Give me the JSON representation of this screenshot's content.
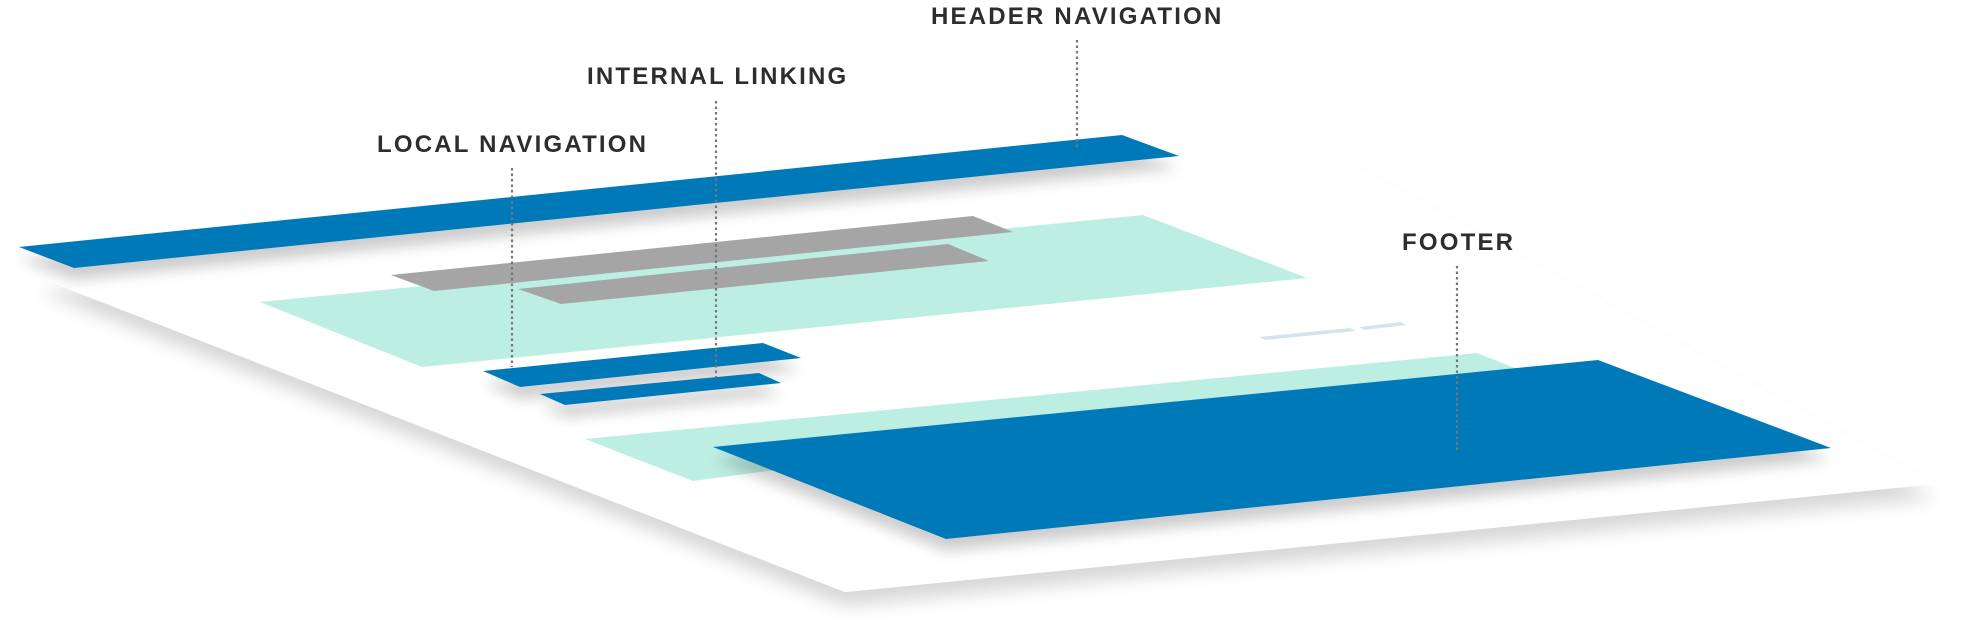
{
  "labels": {
    "header_navigation": "HEADER NAVIGATION",
    "internal_linking": "INTERNAL LINKING",
    "local_navigation": "LOCAL NAVIGATION",
    "footer": "FOOTER"
  },
  "colors": {
    "page_layer": "#ffffff",
    "nav_blue": "#0179b8",
    "content_mint": "#bdeee2",
    "link_gray": "#a5a5a5",
    "divider_pale": "#d5e3ea",
    "label_text": "#2d2d2d",
    "leader_line": "#777777"
  }
}
